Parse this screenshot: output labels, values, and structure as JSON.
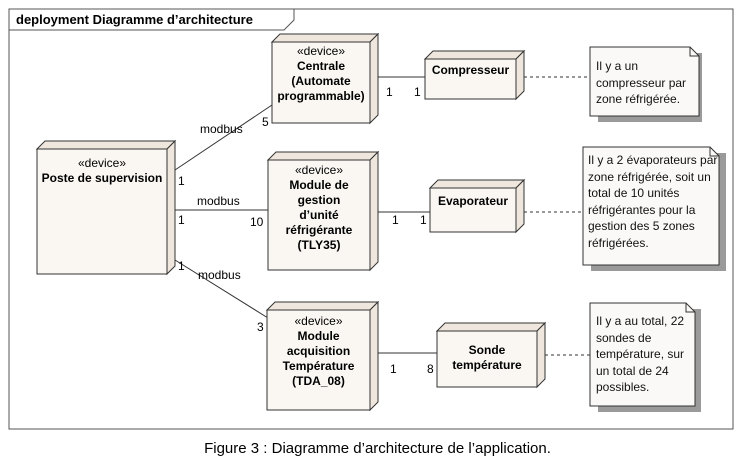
{
  "frame": {
    "title": "deployment Diagramme d’architecture"
  },
  "nodes": {
    "centrale": {
      "stereotype": "«device»",
      "name": "Centrale\n(Automate\nprogrammable)"
    },
    "poste": {
      "stereotype": "«device»",
      "name": "Poste de supervision"
    },
    "tly35": {
      "stereotype": "«device»",
      "name": "Module de gestion\nd’unité réfrigérante\n(TLY35)"
    },
    "tda08": {
      "stereotype": "«device»",
      "name": "Module acquisition\nTempérature\n(TDA_08)"
    },
    "compresseur": {
      "name": "Compresseur"
    },
    "evaporateur": {
      "name": "Evaporateur"
    },
    "sonde": {
      "name": "Sonde\ntempérature"
    }
  },
  "notes": {
    "compresseur": "Il y a un\ncompresseur par\nzone réfrigérée.",
    "evaporateur": "Il y a 2 évaporateurs par\nzone réfrigérée, soit un\ntotal de 10 unités\nréfrigérantes pour la\ngestion des 5 zones\nréfrigérées.",
    "sonde": "Il y a au total, 22\nsondes de\ntempérature, sur\nun total de 24\npossibles."
  },
  "edges": {
    "poste_centrale": {
      "label": "modbus",
      "src_mult": "1",
      "dst_mult": "5"
    },
    "poste_tly35": {
      "label": "modbus",
      "src_mult": "1",
      "dst_mult": "10"
    },
    "poste_tda08": {
      "label": "modbus",
      "src_mult": "1",
      "dst_mult": "3"
    },
    "centrale_compresseur": {
      "src_mult": "1",
      "dst_mult": "1"
    },
    "tly35_evaporateur": {
      "src_mult": "1",
      "dst_mult": "1"
    },
    "tda08_sonde": {
      "src_mult": "1",
      "dst_mult": "8"
    }
  },
  "caption": "Figure 3 : Diagramme d’architecture de l’application."
}
